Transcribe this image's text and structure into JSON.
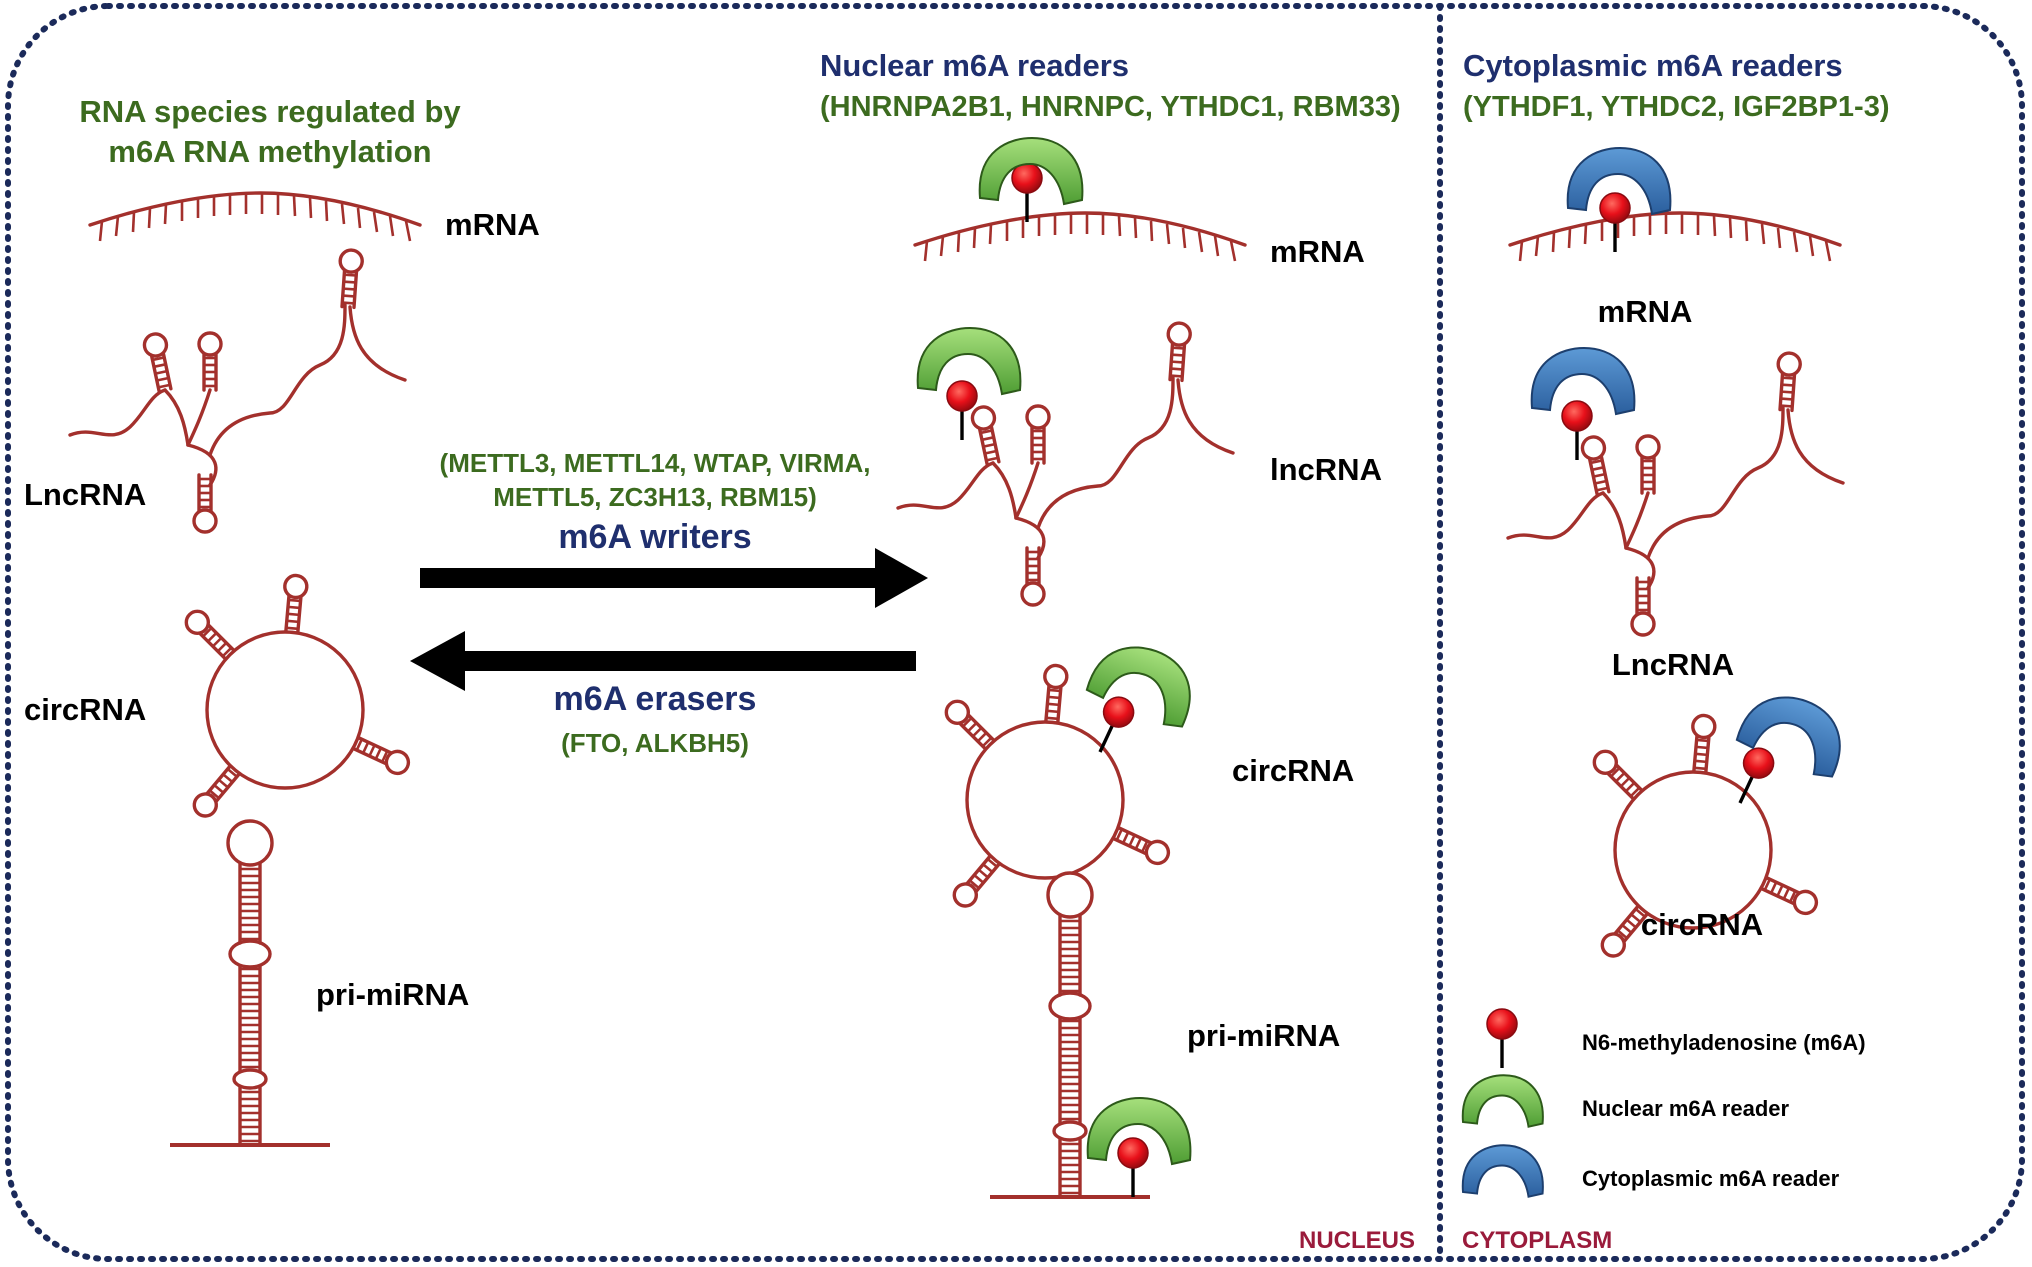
{
  "left_panel": {
    "title_line1": "RNA species regulated by",
    "title_line2": "m6A RNA methylation",
    "labels": {
      "mrna": "mRNA",
      "lncrna": "LncRNA",
      "circrna": "circRNA",
      "primirna": "pri-miRNA"
    }
  },
  "writers": {
    "proteins_line1": "(METTL3, METTL14, WTAP, VIRMA,",
    "proteins_line2": "METTL5, ZC3H13, RBM15)",
    "title": "m6A writers"
  },
  "erasers": {
    "title": "m6A erasers",
    "proteins": "(FTO, ALKBH5)"
  },
  "nuclear_panel": {
    "title": "Nuclear m6A readers",
    "proteins": "(HNRNPA2B1, HNRNPC, YTHDC1, RBM33)",
    "labels": {
      "mrna": "mRNA",
      "lncrna": "lncRNA",
      "circrna": "circRNA",
      "primirna": "pri-miRNA"
    },
    "compartment": "NUCLEUS"
  },
  "cytoplasmic_panel": {
    "title": "Cytoplasmic m6A readers",
    "proteins": "(YTHDF1, YTHDC2, IGF2BP1-3)",
    "labels": {
      "mrna": "mRNA",
      "lncrna": "LncRNA",
      "circrna": "circRNA"
    },
    "compartment": "CYTOPLASM"
  },
  "legend": {
    "m6a": "N6-methyladenosine (m6A)",
    "nuclear_reader": "Nuclear m6A reader",
    "cyto_reader": "Cytoplasmic m6A reader"
  },
  "colors": {
    "rna": "#a3302c",
    "nuclear_reader": "#6ec04a",
    "cyto_reader": "#3c78b8",
    "m6a": "#e8101a",
    "green_text": "#3c6b1f",
    "navy_text": "#1f2f6e",
    "compartment_text": "#9a1b3b"
  },
  "icons": [
    "rna-strand-icon",
    "stem-loop-icon",
    "m6a-mark-icon",
    "reader-protein-icon",
    "arrow-right-icon",
    "arrow-left-icon"
  ]
}
